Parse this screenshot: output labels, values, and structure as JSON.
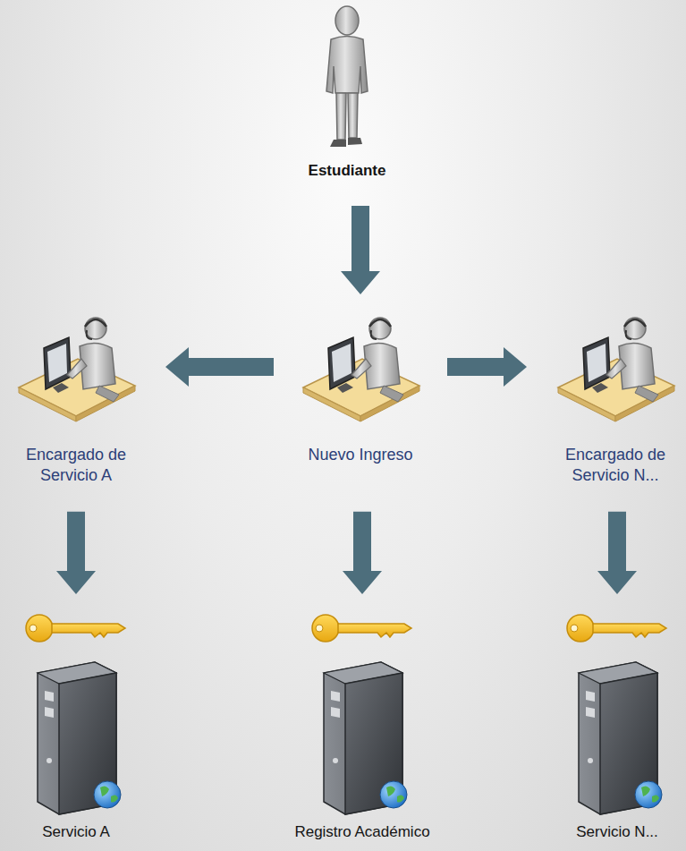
{
  "diagram": {
    "nodes": [
      {
        "text": [
          "Estudiante"
        ]
      },
      {
        "text": [
          "Encargado de Servicio A"
        ]
      },
      {
        "text": [
          "Nuevo Ingreso"
        ]
      },
      {
        "text": [
          "Encargado de Servicio N..."
        ]
      },
      {
        "text": [
          "Servicio A"
        ]
      },
      {
        "text": [
          "Registro Académico"
        ]
      },
      {
        "text": [
          "Servicio N..."
        ]
      }
    ],
    "edges": [
      {
        "from": 0,
        "to": 2,
        "arrow": "to"
      },
      {
        "from": 2,
        "to": 1,
        "arrow": "to"
      },
      {
        "from": 2,
        "to": 3,
        "arrow": "to"
      },
      {
        "from": 1,
        "to": 4,
        "arrow": "to"
      },
      {
        "from": 2,
        "to": 5,
        "arrow": "to"
      },
      {
        "from": 3,
        "to": 6,
        "arrow": "to"
      }
    ]
  }
}
